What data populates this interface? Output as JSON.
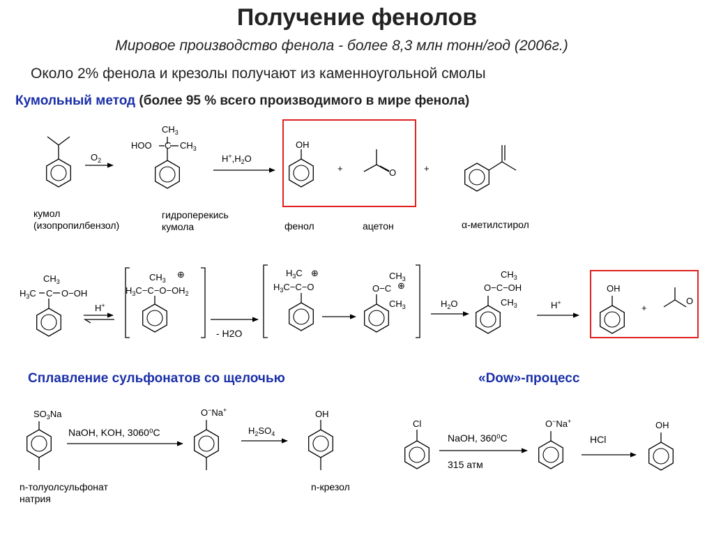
{
  "title": "Получение фенолов",
  "subtitle": "Мировое производство фенола - более 8,3 млн тонн/год (2006г.)",
  "coal_tar_note": "Около 2% фенола и крезолы получают из каменноугольной смолы",
  "cumene": {
    "heading": "Кумольный метод",
    "heading_note": "(более 95 % всего производимого в мире фенола)",
    "label_cumene_1": "кумол",
    "label_cumene_2": "(изопропилбензол)",
    "label_hydroperoxide_1": "гидроперекись",
    "label_hydroperoxide_2": "кумола",
    "label_phenol": "фенол",
    "label_acetone": "ацетон",
    "label_methylstyrene": "α-метилстирол",
    "reagent_o2": "O2",
    "reagent_h_h2o": "H+,H2O",
    "minus_water": "- H2O",
    "reagent_h": "H+",
    "reagent_h2o": "H2O"
  },
  "sulfonate": {
    "heading": "Сплавление сульфонатов со щелочью",
    "conditions": "NaOH, KOH, 3060⁰С",
    "reagent_acid": "H2SO4",
    "label_start_1": "n-толуолсульфонат",
    "label_start_2": "натрия",
    "label_product": "n-крезол"
  },
  "dow": {
    "heading": "«Dow»-процесс",
    "conditions_1": "NaOH, 360⁰С",
    "conditions_2": "315 атм",
    "reagent_acid": "HCl"
  },
  "colors": {
    "heading_blue": "#1a2fa8",
    "highlight_red": "#e02020"
  }
}
